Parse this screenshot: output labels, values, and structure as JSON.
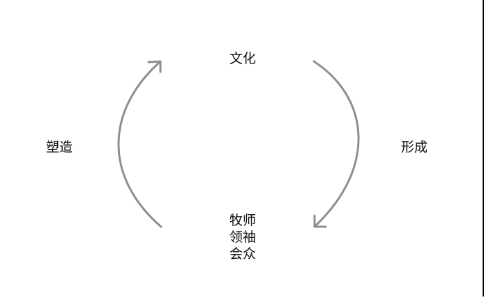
{
  "diagram": {
    "type": "cycle",
    "nodes": {
      "top": {
        "label": "文化"
      },
      "bottom": {
        "lines": [
          "牧师",
          "领袖",
          "会众"
        ]
      }
    },
    "edges": {
      "left": {
        "label": "塑造",
        "direction": "bottom-to-top",
        "from": "bottom",
        "to": "top"
      },
      "right": {
        "label": "形成",
        "direction": "top-to-bottom",
        "from": "top",
        "to": "bottom"
      }
    },
    "colors": {
      "arrow": "#8e8e8e",
      "text": "#111111",
      "background": "#ffffff",
      "border": "#000000"
    }
  }
}
